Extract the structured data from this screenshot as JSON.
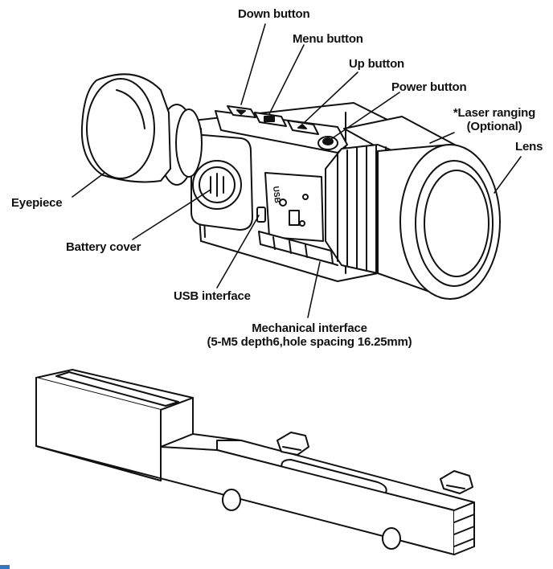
{
  "labels": {
    "down_button": "Down button",
    "menu_button": "Menu button",
    "up_button": "Up button",
    "power_button": "Power button",
    "laser_line1": "*Laser ranging",
    "laser_line2": "(Optional)",
    "lens": "Lens",
    "eyepiece": "Eyepiece",
    "battery_cover": "Battery cover",
    "usb_interface": "USB interface",
    "mechanical_line1": "Mechanical interface",
    "mechanical_line2": "(5-M5 depth6,hole spacing 16.25mm)"
  },
  "device_marking": "USB",
  "colors": {
    "ink": "#111111",
    "background": "#ffffff",
    "edge_accent": "#2f78c8"
  }
}
